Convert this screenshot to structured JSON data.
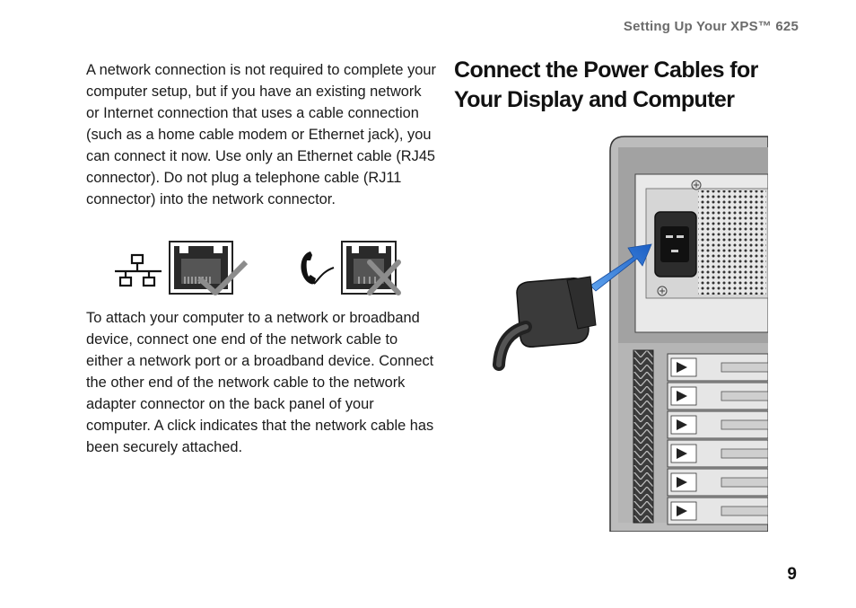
{
  "header": {
    "running_title": "Setting Up Your XPS™ 625"
  },
  "section": {
    "title": "Connect the Power Cables for Your Display and Computer"
  },
  "paragraphs": {
    "network_note": "A network connection is not required to complete your computer setup, but if you have an existing network or Internet connection that uses a cable connection (such as a home cable modem or Ethernet jack), you can connect it now. Use only an Ethernet cable (RJ45 connector). Do not plug a telephone cable (RJ11 connector) into the network connector.",
    "attach_instructions": "To attach your computer to a network or broadband device, connect one end of the network cable to either a network port or a broadband device. Connect the other end of the network cable to the network adapter connector on the back panel of your computer. A click indicates that the network cable has been securely attached."
  },
  "icons": {
    "network": "network-icon",
    "rj45_ok": "rj45-connector-icon",
    "checkmark": "checkmark-icon",
    "telephone": "telephone-icon",
    "rj11_no": "rj11-connector-icon",
    "cross": "cross-icon"
  },
  "colors": {
    "header_gray": "#6b6b6b",
    "arrow_blue": "#2d6fd0"
  },
  "footer": {
    "page_number": "9"
  }
}
